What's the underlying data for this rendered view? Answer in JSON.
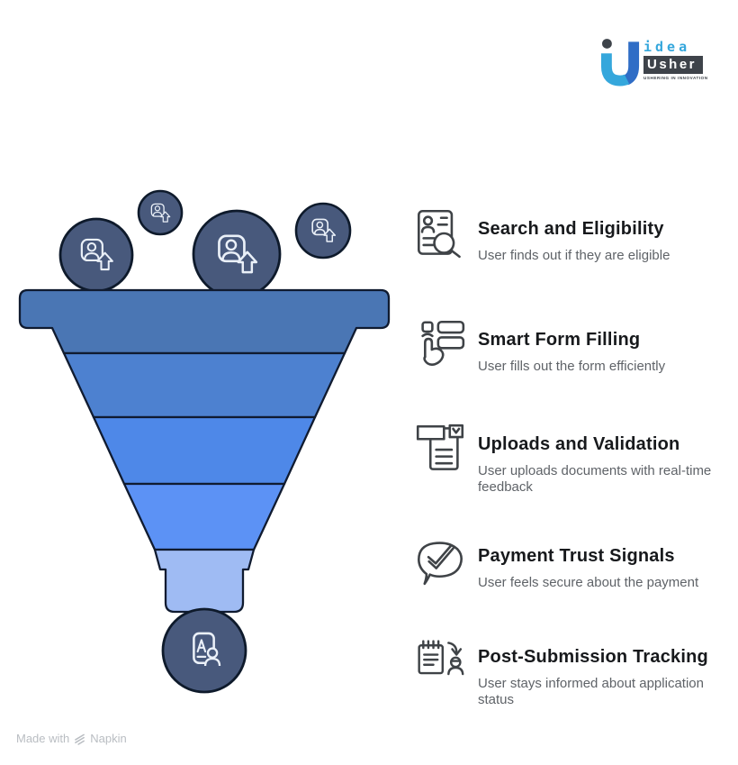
{
  "page": {
    "background": "#ffffff"
  },
  "logo": {
    "idea": "idea",
    "usher": "Usher",
    "tagline": "USHERING IN INNOVATION",
    "cyan": "#35a7dc",
    "royal": "#2f6dc6",
    "dark": "#3e434a"
  },
  "funnel": {
    "outline": "#101b30",
    "circle_fill": "#48597c",
    "circle_stroke": "#0e1a2b",
    "bands": [
      {
        "color": "#4a76b4"
      },
      {
        "color": "#4d81d0"
      },
      {
        "color": "#4e88e8"
      },
      {
        "color": "#5c92f5"
      },
      {
        "color": "#9fbbf3"
      }
    ],
    "top_icon": "user-upload-icon",
    "bottom_icon": "application-document-icon"
  },
  "steps": [
    {
      "title": "Search and Eligibility",
      "description": "User finds out if they are eligible",
      "icon": "profile-search-icon"
    },
    {
      "title": "Smart Form Filling",
      "description": "User fills out the form efficiently",
      "icon": "form-hand-icon"
    },
    {
      "title": "Uploads and Validation",
      "description": "User uploads documents with real-time feedback",
      "icon": "document-upload-check-icon"
    },
    {
      "title": "Payment Trust Signals",
      "description": "User feels secure about the payment",
      "icon": "chat-check-icon"
    },
    {
      "title": "Post-Submission Tracking",
      "description": "User stays informed about application status",
      "icon": "notepad-person-icon"
    }
  ],
  "footer": {
    "prefix": "Made with",
    "brand": "Napkin"
  },
  "icon_color": "#3f4347"
}
